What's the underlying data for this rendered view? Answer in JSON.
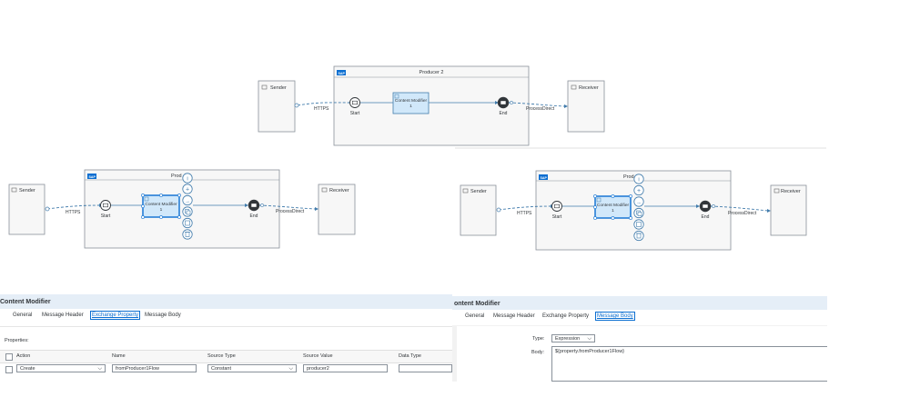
{
  "diagram_top": {
    "pool": "Producer 2",
    "sender": "Sender",
    "receiver": "Receiver",
    "start": "Start",
    "end": "End",
    "step_line1": "Content Modifier",
    "step_line2": "1",
    "inbound": "HTTPS",
    "outbound": "ProcessDirect",
    "logo": "SAP"
  },
  "diagram_left": {
    "pool": "Prod",
    "sender": "Sender",
    "receiver": "Receiver",
    "start": "Start",
    "end": "End",
    "step_line1": "Content Modifier",
    "step_line2": "1",
    "inbound": "HTTPS",
    "outbound": "ProcessDirect",
    "logo": "SAP"
  },
  "diagram_right": {
    "pool": "Prod",
    "sender": "Sender",
    "receiver": "Receiver",
    "start": "Start",
    "end": "End",
    "step_line1": "Content Modifier",
    "step_line2": "1",
    "inbound": "HTTPS",
    "outbound": "ProcessDirect",
    "logo": "SAP"
  },
  "palette_icons": [
    "info-icon",
    "add-icon",
    "arrow-right-icon",
    "duplicate-icon",
    "copy-icon",
    "delete-icon"
  ],
  "left_panel": {
    "title": "Content Modifier",
    "tabs": [
      "General",
      "Message Header",
      "Exchange Property",
      "Message Body"
    ],
    "active_tab": "Exchange Property",
    "properties_label": "Properties:",
    "columns": [
      "Action",
      "Name",
      "Source Type",
      "Source Value",
      "Data Type"
    ],
    "row": {
      "action": "Create",
      "name": "fromProducer1Flow",
      "source_type": "Constant",
      "source_value": "producer2",
      "data_type": ""
    }
  },
  "right_panel": {
    "title": "ontent Modifier",
    "tabs": [
      "General",
      "Message Header",
      "Exchange Property",
      "Message Body"
    ],
    "active_tab": "Message Body",
    "type_label": "Type:",
    "type_value": "Expression",
    "body_label": "Body:",
    "body_value": "${property.fromProducer1Flow}"
  },
  "colors": {
    "accent": "#0a6ed1",
    "step_fill": "#d1e8fa",
    "line": "#427cac",
    "pool_border": "#89919a"
  }
}
